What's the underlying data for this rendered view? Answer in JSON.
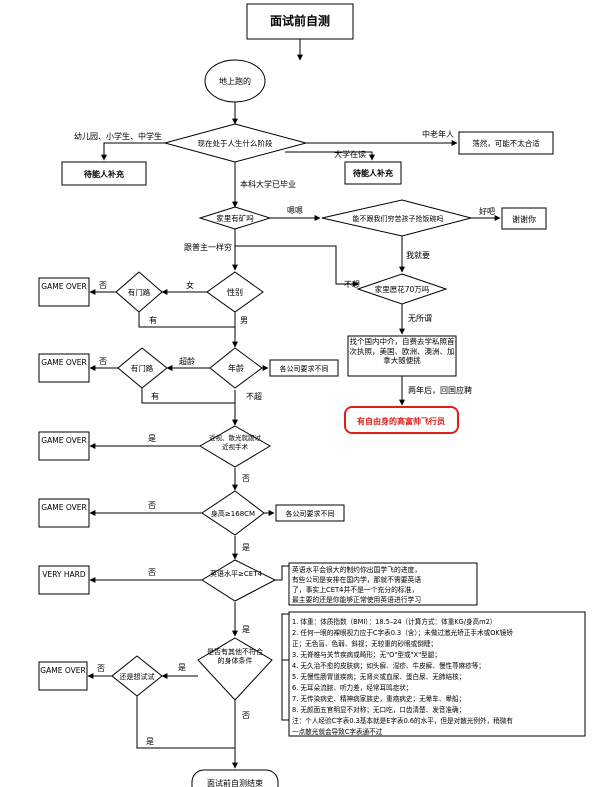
{
  "title": "面试前自测",
  "start": "地上跑的",
  "stage_question": "现在处于人生什么阶段",
  "kids": "幼儿园、小学生、中学生",
  "kids_result": "待能人补充",
  "middle_aged": "中老年人",
  "middle_aged_result": "荡然，可能不太合适",
  "in_college": "大学在读",
  "in_college_result": "待能人补充",
  "graduated": "本科大学已毕业",
  "has_mine": "家里有矿吗",
  "yes_mine": "嗯嗯",
  "dont_snatch": "能不跟我们穷苦孩子抢饭碗吗",
  "ok_word": "好吧",
  "thanks": "谢谢你",
  "reluctant": "我就要",
  "spend_70w": "家里愿花70万吗",
  "no_want": "不想",
  "whatever": "无所谓",
  "agency": "找个国内中介，自费去学私照首次执照，美国、欧洲、澳洲、加拿大随便挑",
  "two_years": "两年后，回国应聘",
  "free_pilot": "有自由身的高富帅飞行员",
  "same_poor": "跟普主一样穷",
  "gender": "性别",
  "female": "女",
  "male": "男",
  "door1": "有门路",
  "no1": "否",
  "yes1": "有",
  "over1": "GAME OVER",
  "age": "年龄",
  "over_age": "超龄",
  "age_note": "各公司要求不同",
  "door2": "有门路",
  "no2": "否",
  "yes2": "有",
  "not_over": "不超",
  "over2": "GAME OVER",
  "myopia": "近视、散光就跟过近视手术",
  "yes3": "是",
  "over3": "GAME OVER",
  "no3": "否",
  "height": "身高≥168CM",
  "height_note": "各公司要求不同",
  "no4": "否",
  "over4": "GAME OVER",
  "yes4": "是",
  "english": "英语水平≥CET4",
  "no5": "否",
  "very_hard": "VERY HARD",
  "english_note": [
    "英语水平会很大的制约你出国学飞的进度，",
    "有些公司是安排在国内学，那就不需要英语",
    "了，事实上CET4并不是一个充分的标准，",
    "最主要的还是你能够正常使用英语进行学习"
  ],
  "yes5": "是",
  "body_question": "是否有其他不符合的身体条件",
  "try_question": "还是想试试",
  "no6": "否",
  "over5": "GAME OVER",
  "yes6": "是",
  "yes7": "是",
  "no7": "否",
  "body_notes": [
    "1. 体重：体质指数（BMI）：18.5–24（计算方式：体重KG/身高m2）",
    "2. 任何一眼的裸眼视力应于C字表0.3（含）；未做过激光矫正手术或OK镜矫",
    "正；无色盲、色弱、斜视；无较重的砂眼或倒睫；",
    "3. 无脊椎与关节疾病或畸形；无\"O\"型或\"X\"型腿；",
    "4. 无久治不愈的皮肤病；如头癣、湿疹、牛皮癣、慢性荨麻疹等；",
    "5. 无慢性肠胃道疾病；无肾炎或血尿、蛋白尿、无肺结核；",
    "6. 无耳朵流脓、听力差，经常耳鸣症状；",
    "7. 无传染病史、精神病家族史，重癌病史；无晕车、晕船；",
    "8. 无颜面五官明显不对称；无口吃，口齿清楚、发音准确；",
    "注：个人经验C字表0.3基本就是E字表0.6的水平，但是对散光例外，稍微有",
    "一点散光就会导致C字表通不过"
  ],
  "end": "面试前自测结束"
}
